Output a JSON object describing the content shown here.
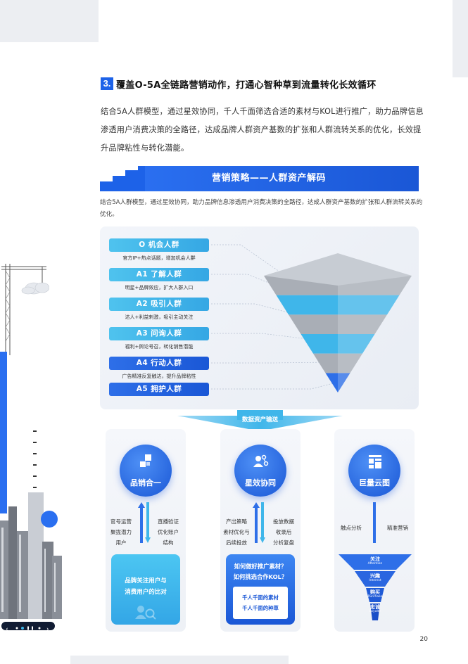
{
  "section": {
    "number": "3.",
    "title": "覆盖O-5A全链路营销动作，打通心智种草到流量转化长效循环",
    "intro": "结合5A人群模型，通过星效协同，千人千面筛选合适的素材与KOL进行推广，助力品牌信息渗透用户消费决策的全路径，达成品牌人群资产基数的扩张和人群流转关系的优化，长效提升品牌粘性与转化潜能。"
  },
  "banner": {
    "title": "营销策略——人群资产解码",
    "intro": "结合5A人群模型，通过星效协同，助力品牌信息渗透用户消费决策的全路径，达成人群资产基数的扩张和人群流转关系的优化。"
  },
  "pyramid": {
    "levels": [
      {
        "label": "O 机会人群",
        "desc": "官方IP+热点话题，增加机会人群"
      },
      {
        "label": "A1 了解人群",
        "desc": "明星+品牌效应，扩大人群入口"
      },
      {
        "label": "A2 吸引人群",
        "desc": "达人+利益刺激，吸引主动关注"
      },
      {
        "label": "A3 问询人群",
        "desc": "福利+舆论号召，转化销售潜能"
      },
      {
        "label": "A4 行动人群",
        "desc": "广告精准反复触达，提升品牌粘性"
      },
      {
        "label": "A5 拥护人群",
        "desc": ""
      }
    ],
    "colors": [
      "#a9aeb6",
      "#3fb6ea",
      "#a9aeb6",
      "#3fb6ea",
      "#a9aeb6",
      "#2e6fe8"
    ]
  },
  "transfer_label": "数据资产输送",
  "columns": [
    {
      "title": "品销合一",
      "icon": "blocks-icon",
      "left_text": [
        "官号运营",
        "聚拢潜力",
        "用户"
      ],
      "right_text": [
        "直播验证",
        "优化账户",
        "结构"
      ],
      "box_lines": [
        "品牌关注用户与",
        "消费用户的比对"
      ]
    },
    {
      "title": "星效协同",
      "icon": "people-icon",
      "left_text": [
        "产出策略",
        "素材优化与",
        "后续投放"
      ],
      "right_text": [
        "投放数据",
        "收录后",
        "分析复盘"
      ],
      "box_questions": [
        "如何做好推广素材？",
        "如何挑选合作KOL？"
      ],
      "box_answers": [
        "千人千面的素材",
        "千人千面的种草"
      ]
    },
    {
      "title": "巨量云图",
      "icon": "cloud-grid-icon",
      "left_text": [
        "触点分析"
      ],
      "right_text": [
        "精准营销"
      ],
      "funnel": [
        {
          "cn": "关注",
          "en": "Attention"
        },
        {
          "cn": "兴趣",
          "en": "Interest"
        },
        {
          "cn": "购买",
          "en": "Purchase"
        },
        {
          "cn": "忠诚",
          "en": "Loyalty"
        }
      ]
    }
  ],
  "page_number": "20"
}
